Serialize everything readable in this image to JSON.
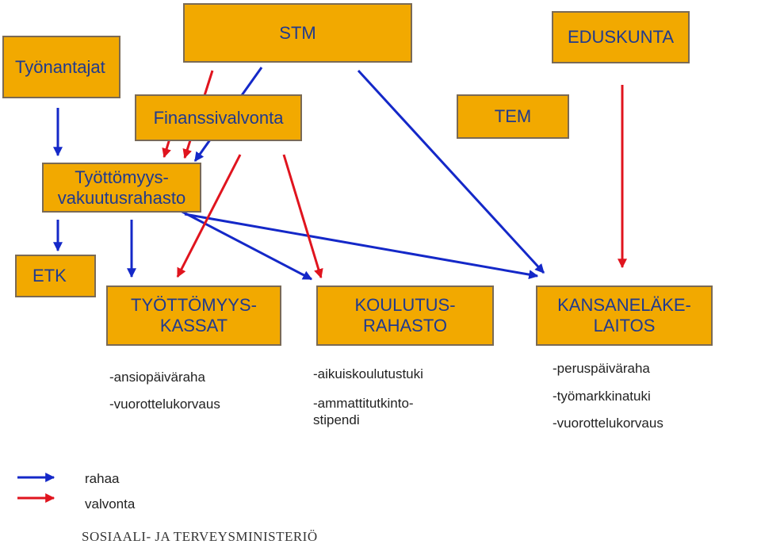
{
  "boxes": {
    "stm": "STM",
    "eduskunta": "EDUSKUNTA",
    "tyonantajat": "Työnantajat",
    "finanssivalvonta": "Finanssivalvonta",
    "tem": "TEM",
    "tvr": [
      "Työttömyys-",
      "vakuutusrahasto"
    ],
    "etk": "ETK",
    "tyottomyyskassat": [
      "TYÖTTÖMYYS-",
      "KASSAT"
    ],
    "koulutusrahasto": [
      "KOULUTUS-",
      "RAHASTO"
    ],
    "kela": [
      "KANSANELÄKE-",
      "LAITOS"
    ]
  },
  "benefits": {
    "kassat": [
      "-ansiopäiväraha",
      "-vuorottelukorvaus"
    ],
    "koulutus": [
      "-aikuiskoulutustuki",
      "-ammattitutkinto-",
      "stipendi"
    ],
    "kela": [
      "-peruspäiväraha",
      "-työmarkkinatuki",
      "-vuorottelukorvaus"
    ]
  },
  "legend": {
    "money": "rahaa",
    "supervision": "valvonta"
  },
  "colors": {
    "money": "#1428c8",
    "supervision": "#e0141e",
    "box_fill": "#f2a900",
    "box_text": "#1f3a8f"
  },
  "footer": "SOSIAALI- JA TERVEYSMINISTERIÖ"
}
